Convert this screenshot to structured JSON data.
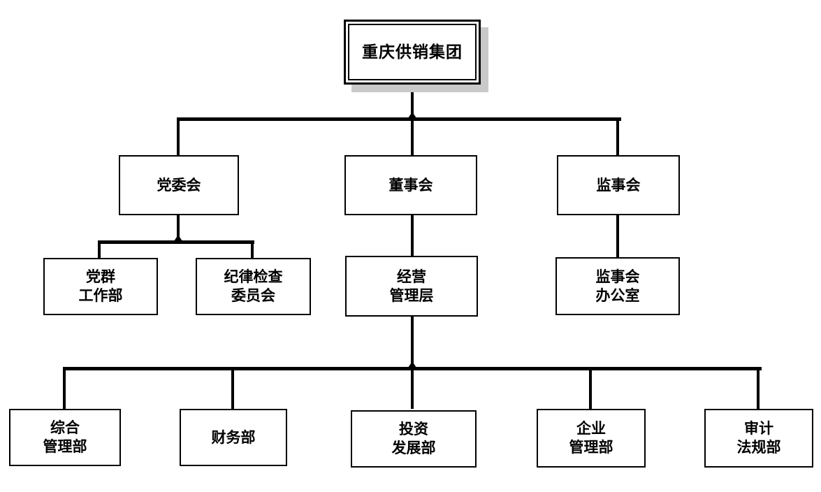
{
  "colors": {
    "line": "#000000",
    "box_background": "#ffffff",
    "root_shadow": "#c9c9c9",
    "text": "#000000"
  },
  "nodes": {
    "root": {
      "label": "重庆供销集团"
    },
    "party_committee": {
      "label": "党委会"
    },
    "board_of_directors": {
      "label": "董事会"
    },
    "supervisory_board": {
      "label": "监事会"
    },
    "party_mass_work": {
      "lines": [
        "党群",
        "工作部"
      ]
    },
    "discipline_inspection": {
      "lines": [
        "纪律检查",
        "委员会"
      ]
    },
    "operating_management": {
      "lines": [
        "经营",
        "管理层"
      ]
    },
    "supervisory_office": {
      "lines": [
        "监事会",
        "办公室"
      ]
    },
    "general_management": {
      "lines": [
        "综合",
        "管理部"
      ]
    },
    "finance_dept": {
      "label": "财务部"
    },
    "investment_development": {
      "lines": [
        "投资",
        "发展部"
      ]
    },
    "enterprise_management": {
      "lines": [
        "企业",
        "管理部"
      ]
    },
    "audit_legal": {
      "lines": [
        "审计",
        "法规部"
      ]
    }
  },
  "hierarchy": [
    {
      "parent": "重庆供销集团",
      "children": [
        "党委会",
        "董事会",
        "监事会"
      ]
    },
    {
      "parent": "党委会",
      "children": [
        "党群工作部",
        "纪律检查委员会"
      ]
    },
    {
      "parent": "董事会",
      "children": [
        "经营管理层"
      ]
    },
    {
      "parent": "监事会",
      "children": [
        "监事会办公室"
      ]
    },
    {
      "parent": "经营管理层",
      "children": [
        "综合管理部",
        "财务部",
        "投资发展部",
        "企业管理部",
        "审计法规部"
      ]
    }
  ]
}
